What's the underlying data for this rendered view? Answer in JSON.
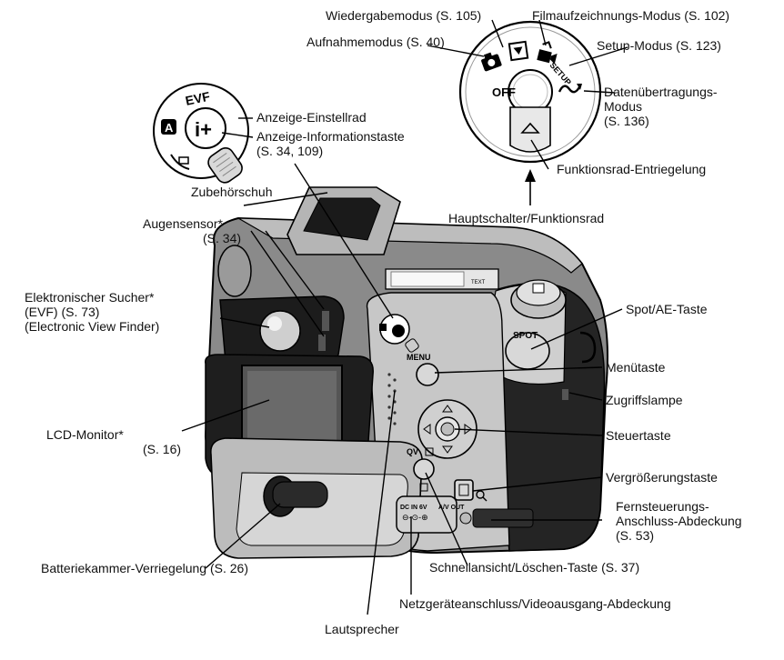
{
  "labels": {
    "wiedergabemodus": "Wiedergabemodus (S. 105)",
    "filmaufzeichnung": "Filmaufzeichnungs-Modus (S. 102)",
    "aufnahmemodus": "Aufnahmemodus (S. 40)",
    "setup": "Setup-Modus (S. 123)",
    "datenuebertragung": [
      "Datenübertragungs-",
      "Modus",
      "(S. 136)"
    ],
    "funktionsrad_entriegelung": "Funktionsrad-Entriegelung",
    "anzeige_einstellrad": "Anzeige-Einstellrad",
    "anzeige_informationstaste": [
      "Anzeige-Informationstaste",
      "(S. 34, 109)"
    ],
    "zubehoerschuh": "Zubehörschuh",
    "augensensor": [
      "Augensensor*",
      "(S. 34)"
    ],
    "hauptschalter": "Hauptschalter/Funktionsrad",
    "elektronischer_sucher": [
      "Elektronischer Sucher*",
      "(EVF) (S. 73)",
      "(Electronic View Finder)"
    ],
    "spot_ae_taste": "Spot/AE-Taste",
    "menuetaste": "Menütaste",
    "zugriffslampe": "Zugriffslampe",
    "lcd_monitor": [
      "LCD-Monitor*",
      "(S. 16)"
    ],
    "steuertaste": "Steuertaste",
    "vergroesserungstaste": "Vergrößerungstaste",
    "fernsteuerung": [
      "Fernsteuerungs-",
      "Anschluss-Abdeckung",
      "(S. 53)"
    ],
    "batteriekammer": "Batteriekammer-Verriegelung (S. 26)",
    "schnellansicht": "Schnellansicht/Löschen-Taste (S. 37)",
    "netzgeraet": "Netzgeräteanschluss/Videoausgang-Abdeckung",
    "lautsprecher": "Lautsprecher"
  },
  "dial_markings": {
    "off": "OFF",
    "setup": "SETUP",
    "evf": "EVF",
    "auto": "A",
    "info": "i+"
  },
  "camera_markings": {
    "spot": "SPOT",
    "menu": "MENU",
    "qv": "QV",
    "dc_in": "DC IN 6V",
    "av_out": "A/V OUT",
    "text": "TEXT"
  }
}
